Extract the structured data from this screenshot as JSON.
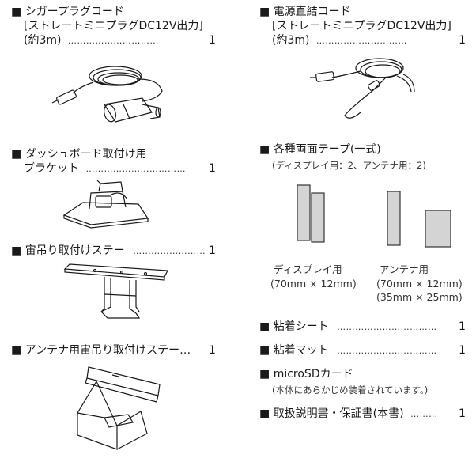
{
  "left": {
    "cigar": {
      "bullet": "■",
      "line1": "シガープラグコード",
      "line2": "[ストレートミニプラグDC12V出力]",
      "line3": "(約3m)",
      "leader": "…………………………",
      "qty": "1"
    },
    "dash": {
      "bullet": "■",
      "line1": "ダッシュボード取付け用",
      "line2": "ブラケット",
      "leader": "……………………………",
      "qty": "1"
    },
    "stay": {
      "bullet": "■",
      "line1": "宙吊り取付けステー",
      "leader": "……………………",
      "qty": "1"
    },
    "antenna_stay": {
      "bullet": "■",
      "line1": "アンテナ用宙吊り取付けステー…",
      "qty": "1"
    }
  },
  "right": {
    "direct": {
      "bullet": "■",
      "line1": "電源直結コード",
      "line2": "[ストレートミニプラグDC12V出力]",
      "line3": "(約3m)",
      "leader": "…………………………",
      "qty": "1"
    },
    "tapes": {
      "bullet": "■",
      "line1": "各種両面テープ(一式)",
      "line2": "(ディスプレイ用：2、アンテナ用：2)",
      "display_caption": "ディスプレイ用",
      "display_size": "(70mm × 12mm)",
      "antenna_caption": "アンテナ用",
      "antenna_size1": "(70mm × 12mm)",
      "antenna_size2": "(35mm × 25mm)"
    },
    "sheet": {
      "bullet": "■",
      "label": "粘着シート",
      "leader": "……………………………",
      "qty": "1"
    },
    "mat": {
      "bullet": "■",
      "label": "粘着マット",
      "leader": "……………………………",
      "qty": "1"
    },
    "microsd": {
      "bullet": "■",
      "label": "microSDカード",
      "note": "(本体にあらかじめ装着されています。)"
    },
    "manual": {
      "bullet": "■",
      "label": "取扱説明書・保証書(本書)",
      "leader": "………",
      "qty": "1"
    }
  },
  "colors": {
    "ink": "#1a1a1a",
    "tape_fill": "#d4d4d4",
    "tape_stroke": "#333333"
  },
  "icons": [
    "cigar-plug-cord-icon",
    "direct-power-cord-icon",
    "dashboard-bracket-icon",
    "hanging-stay-icon",
    "antenna-hanging-stay-icon",
    "display-tape-icon",
    "antenna-tape-icon"
  ]
}
